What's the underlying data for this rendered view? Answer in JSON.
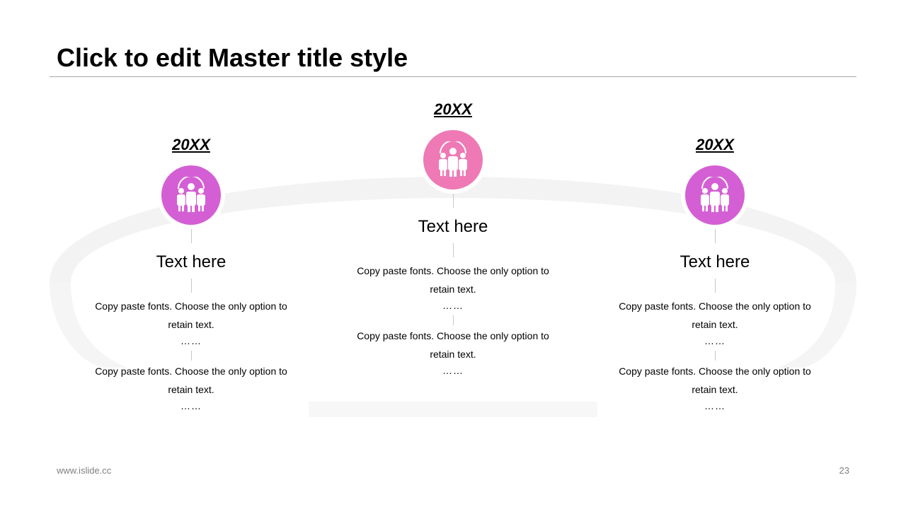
{
  "title": "Click to edit Master title style",
  "colors": {
    "accent_magenta": "#d45fd4",
    "accent_pink": "#ee79b5",
    "rule": "#a6a6a6",
    "arc": "#f3f3f3"
  },
  "columns": [
    {
      "year": "20XX",
      "icon": "team-icon",
      "heading": "Text here",
      "body1": "Copy paste fonts. Choose the only option to retain text.",
      "dots1": "……",
      "body2": "Copy paste fonts. Choose the only option to retain text.",
      "dots2": "……"
    },
    {
      "year": "20XX",
      "icon": "team-icon",
      "heading": "Text here",
      "body1": "Copy paste fonts. Choose the only option to retain text.",
      "dots1": "……",
      "body2": "Copy paste fonts. Choose the only option to retain text.",
      "dots2": "……"
    },
    {
      "year": "20XX",
      "icon": "team-icon",
      "heading": "Text here",
      "body1": "Copy paste fonts. Choose the only option to retain text.",
      "dots1": "……",
      "body2": "Copy paste fonts. Choose the only option to retain text.",
      "dots2": "……"
    }
  ],
  "footer": {
    "website": "www.islide.cc",
    "page_number": "23"
  }
}
